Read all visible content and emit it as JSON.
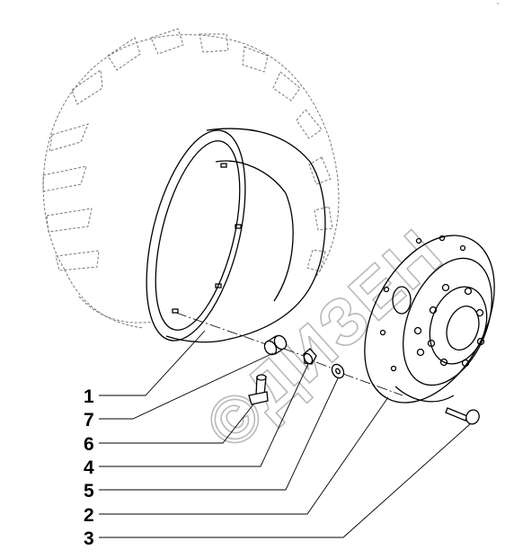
{
  "diagram": {
    "watermark": "©ДИЗЕН",
    "corner_mark": "~",
    "callouts": [
      {
        "number": "1",
        "part": "tyre-rim"
      },
      {
        "number": "7",
        "part": "spacer"
      },
      {
        "number": "6",
        "part": "valve"
      },
      {
        "number": "4",
        "part": "nut"
      },
      {
        "number": "5",
        "part": "washer"
      },
      {
        "number": "2",
        "part": "disc"
      },
      {
        "number": "3",
        "part": "bolt"
      }
    ]
  },
  "colors": {
    "line": "#000000",
    "phantom": "#777777",
    "watermark": "#b9b9b9"
  }
}
